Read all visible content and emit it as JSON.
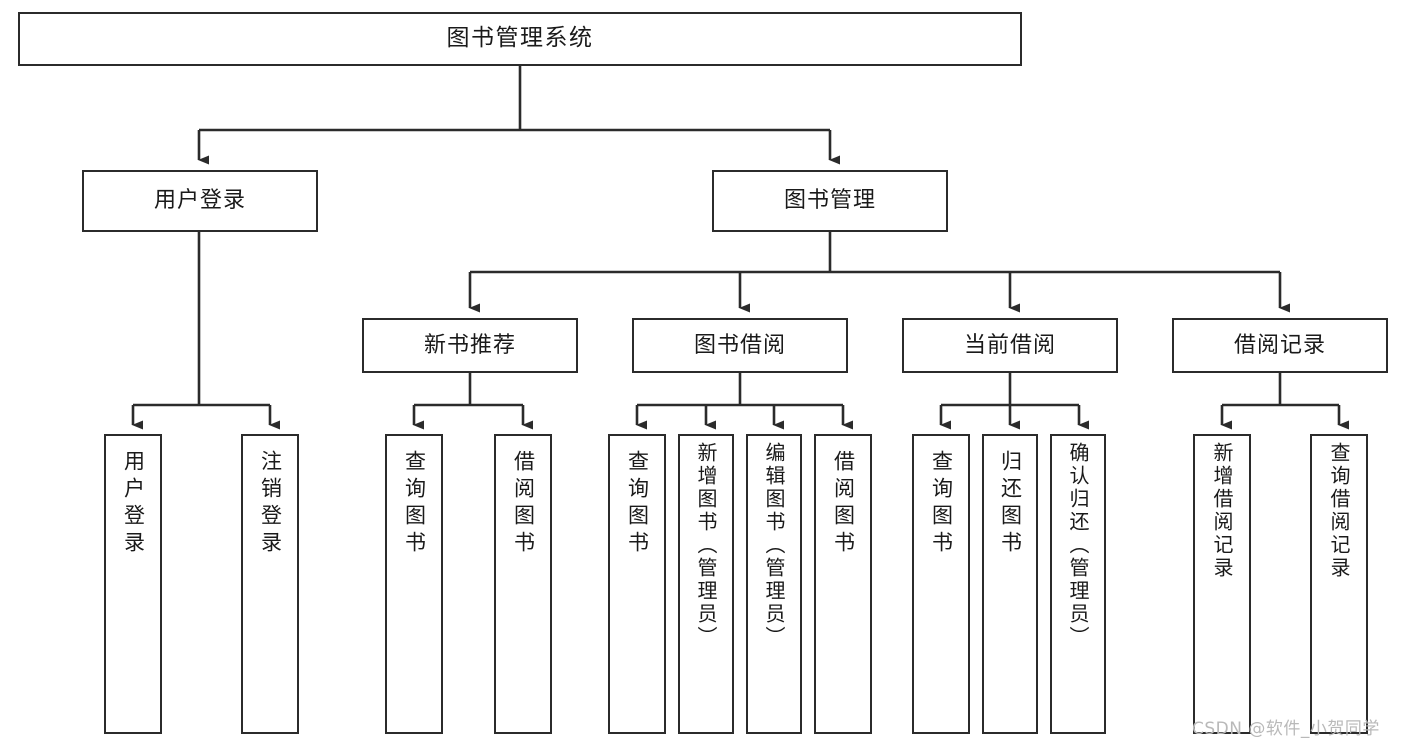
{
  "diagram": {
    "title": "图书管理系统",
    "type": "功能结构图",
    "watermark": "CSDN @软件_小贺同学",
    "stroke_color": "#2b2b2b",
    "fill_color": "#ffffff",
    "text_color": "#1a1a1a"
  },
  "nodes": {
    "root": {
      "label": "图书管理系统"
    },
    "level2": [
      {
        "id": "user-login",
        "label": "用户登录"
      },
      {
        "id": "book-manage",
        "label": "图书管理"
      }
    ],
    "level3": [
      {
        "id": "new-book-recommend",
        "label": "新书推荐"
      },
      {
        "id": "book-borrow",
        "label": "图书借阅"
      },
      {
        "id": "current-borrow",
        "label": "当前借阅"
      },
      {
        "id": "borrow-record",
        "label": "借阅记录"
      }
    ],
    "leaves": [
      {
        "id": "leaf-user-login",
        "label": "用户登录"
      },
      {
        "id": "leaf-logout",
        "label": "注销登录"
      },
      {
        "id": "leaf-query-book-1",
        "label": "查询图书"
      },
      {
        "id": "leaf-borrow-book-1",
        "label": "借阅图书"
      },
      {
        "id": "leaf-query-book-2",
        "label": "查询图书"
      },
      {
        "id": "leaf-add-book",
        "label": "新增图书（管理员）"
      },
      {
        "id": "leaf-edit-book",
        "label": "编辑图书（管理员）"
      },
      {
        "id": "leaf-borrow-book-2",
        "label": "借阅图书"
      },
      {
        "id": "leaf-query-book-3",
        "label": "查询图书"
      },
      {
        "id": "leaf-return-book",
        "label": "归还图书"
      },
      {
        "id": "leaf-confirm-return",
        "label": "确认归还（管理员）"
      },
      {
        "id": "leaf-add-record",
        "label": "新增借阅记录"
      },
      {
        "id": "leaf-query-record",
        "label": "查询借阅记录"
      }
    ]
  }
}
